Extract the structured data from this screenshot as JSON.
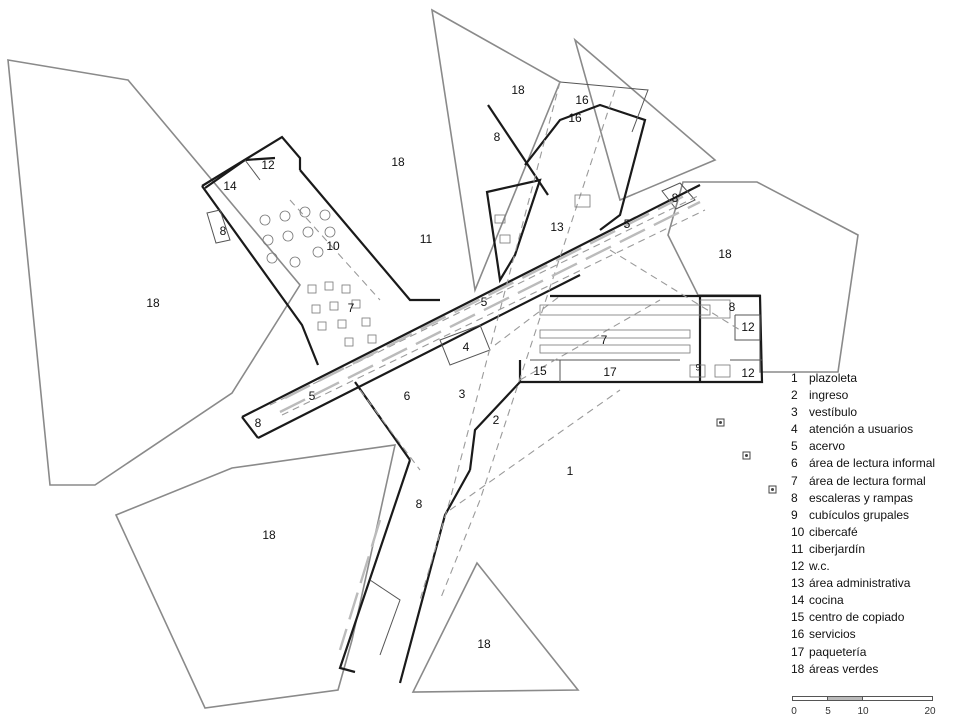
{
  "plan": {
    "area_labels": {
      "a18_top": "18",
      "a18_nw": "18",
      "a18_left": "18",
      "a18_sw": "18",
      "a18_bottom": "18",
      "a18_east": "18",
      "a16_a": "16",
      "a16_b": "16",
      "a8_north": "8",
      "a8_ne": "8",
      "a8_west": "8",
      "a8_sw": "8",
      "a8_east": "8",
      "a8_south": "8",
      "a12_nw": "12",
      "a12_e1": "12",
      "a12_e2": "12",
      "a14": "14",
      "a10": "10",
      "a11": "11",
      "a13": "13",
      "a5_ne": "5",
      "a5_center": "5",
      "a5_sw": "5",
      "a7_west": "7",
      "a7_east": "7",
      "a4": "4",
      "a3": "3",
      "a6": "6",
      "a2": "2",
      "a1": "1",
      "a15": "15",
      "a17": "17",
      "a9": "9"
    }
  },
  "legend": [
    {
      "num": "1",
      "text": "plazoleta"
    },
    {
      "num": "2",
      "text": "ingreso"
    },
    {
      "num": "3",
      "text": "vestíbulo"
    },
    {
      "num": "4",
      "text": "atención a usuarios"
    },
    {
      "num": "5",
      "text": "acervo"
    },
    {
      "num": "6",
      "text": "área de lectura informal"
    },
    {
      "num": "7",
      "text": "área de lectura formal"
    },
    {
      "num": "8",
      "text": "escaleras y rampas"
    },
    {
      "num": "9",
      "text": "cubículos grupales"
    },
    {
      "num": "10",
      "text": "cibercafé"
    },
    {
      "num": "11",
      "text": "ciberjardín"
    },
    {
      "num": "12",
      "text": "w.c."
    },
    {
      "num": "13",
      "text": "área administrativa"
    },
    {
      "num": "14",
      "text": "cocina"
    },
    {
      "num": "15",
      "text": "centro de copiado"
    },
    {
      "num": "16",
      "text": "servicios"
    },
    {
      "num": "17",
      "text": "paquetería"
    },
    {
      "num": "18",
      "text": "áreas verdes"
    }
  ],
  "scale": {
    "ticks": [
      "0",
      "5",
      "10",
      "20"
    ]
  }
}
